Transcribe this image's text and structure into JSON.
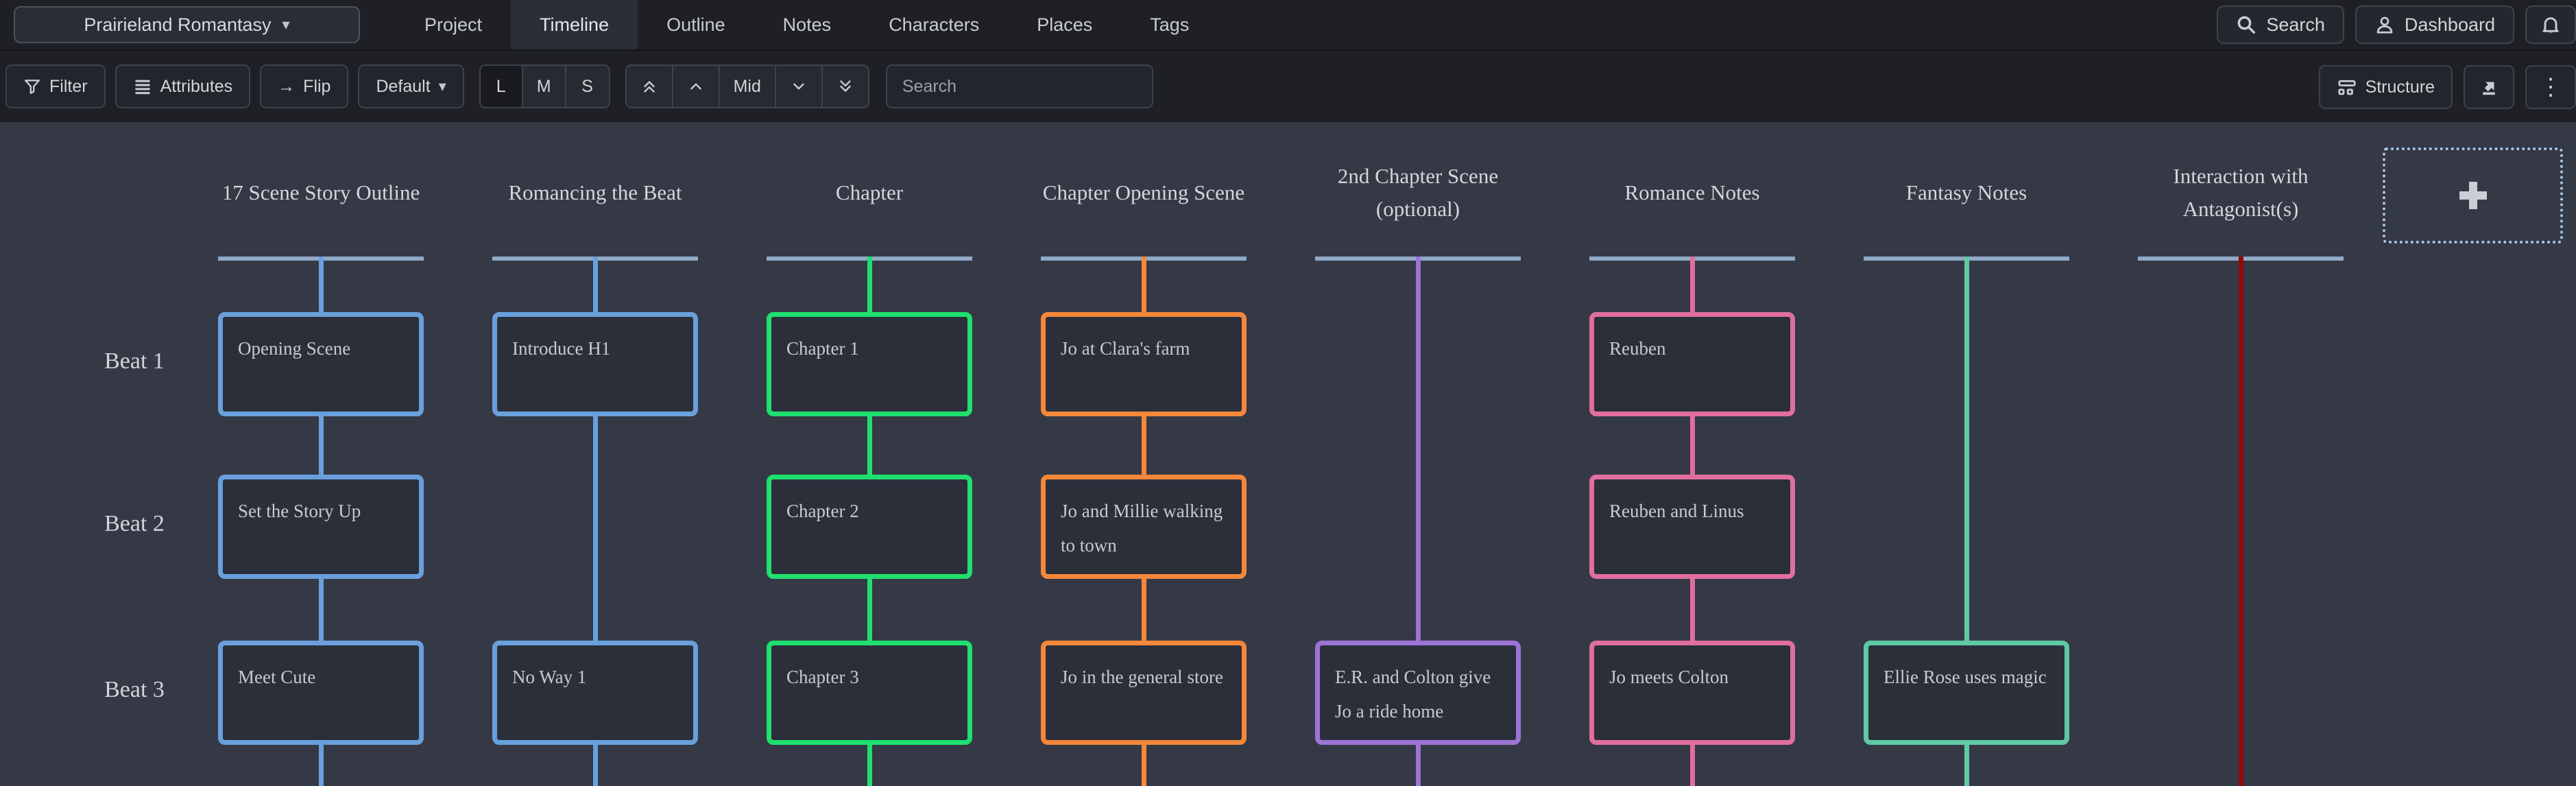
{
  "app": {
    "project_switcher": "Prairieland Romantasy",
    "tabs": [
      {
        "label": "Project"
      },
      {
        "label": "Timeline",
        "active": true
      },
      {
        "label": "Outline"
      },
      {
        "label": "Notes"
      },
      {
        "label": "Characters"
      },
      {
        "label": "Places"
      },
      {
        "label": "Tags"
      }
    ],
    "search_button": "Search",
    "dashboard_button": "Dashboard"
  },
  "toolbar": {
    "filter": "Filter",
    "attributes": "Attributes",
    "flip": "Flip",
    "template": "Default",
    "sizes": {
      "large": "L",
      "medium": "M",
      "small": "S",
      "active": "L"
    },
    "scroll_position": "Mid",
    "search_placeholder": "Search",
    "structure": "Structure"
  },
  "icons": {
    "caret_down": "▾",
    "flip_arrow": "→",
    "kebab": "⋮"
  },
  "timeline": {
    "beats": [
      {
        "label": "Beat 1"
      },
      {
        "label": "Beat 2"
      },
      {
        "label": "Beat 3"
      }
    ],
    "colors": {
      "blue": "#69a0dc",
      "green": "#1ee06e",
      "orange": "#f5873a",
      "purple": "#9b74d6",
      "pink": "#e06e9e",
      "teal": "#5fc9a4",
      "dark_red": "#960808",
      "top_bar": "#8fa9c7"
    },
    "columns": [
      {
        "title": "17 Scene Story Outline",
        "color": "blue",
        "cards": {
          "b1": "Opening Scene",
          "b2": "Set the Story Up",
          "b3": "Meet Cute"
        }
      },
      {
        "title": "Romancing the Beat",
        "color": "blue",
        "cards": {
          "b1": "Introduce H1",
          "b3": "No Way 1"
        }
      },
      {
        "title": "Chapter",
        "color": "green",
        "cards": {
          "b1": "Chapter 1",
          "b2": "Chapter 2",
          "b3": "Chapter 3"
        }
      },
      {
        "title": "Chapter Opening Scene",
        "color": "orange",
        "cards": {
          "b1": "Jo at Clara's farm",
          "b2": "Jo and Millie walking to town",
          "b3": "Jo in the general store"
        }
      },
      {
        "title": "2nd Chapter Scene (optional)",
        "color": "purple",
        "cards": {
          "b3": "E.R. and Colton give Jo a ride home"
        }
      },
      {
        "title": "Romance Notes",
        "color": "pink",
        "cards": {
          "b1": "Reuben",
          "b2": "Reuben and Linus",
          "b3": "Jo meets Colton"
        }
      },
      {
        "title": "Fantasy Notes",
        "color": "teal",
        "cards": {
          "b3": "Ellie Rose uses magic"
        }
      },
      {
        "title": "Interaction with Antagonist(s)",
        "color": "dark_red",
        "cards": {}
      }
    ]
  }
}
